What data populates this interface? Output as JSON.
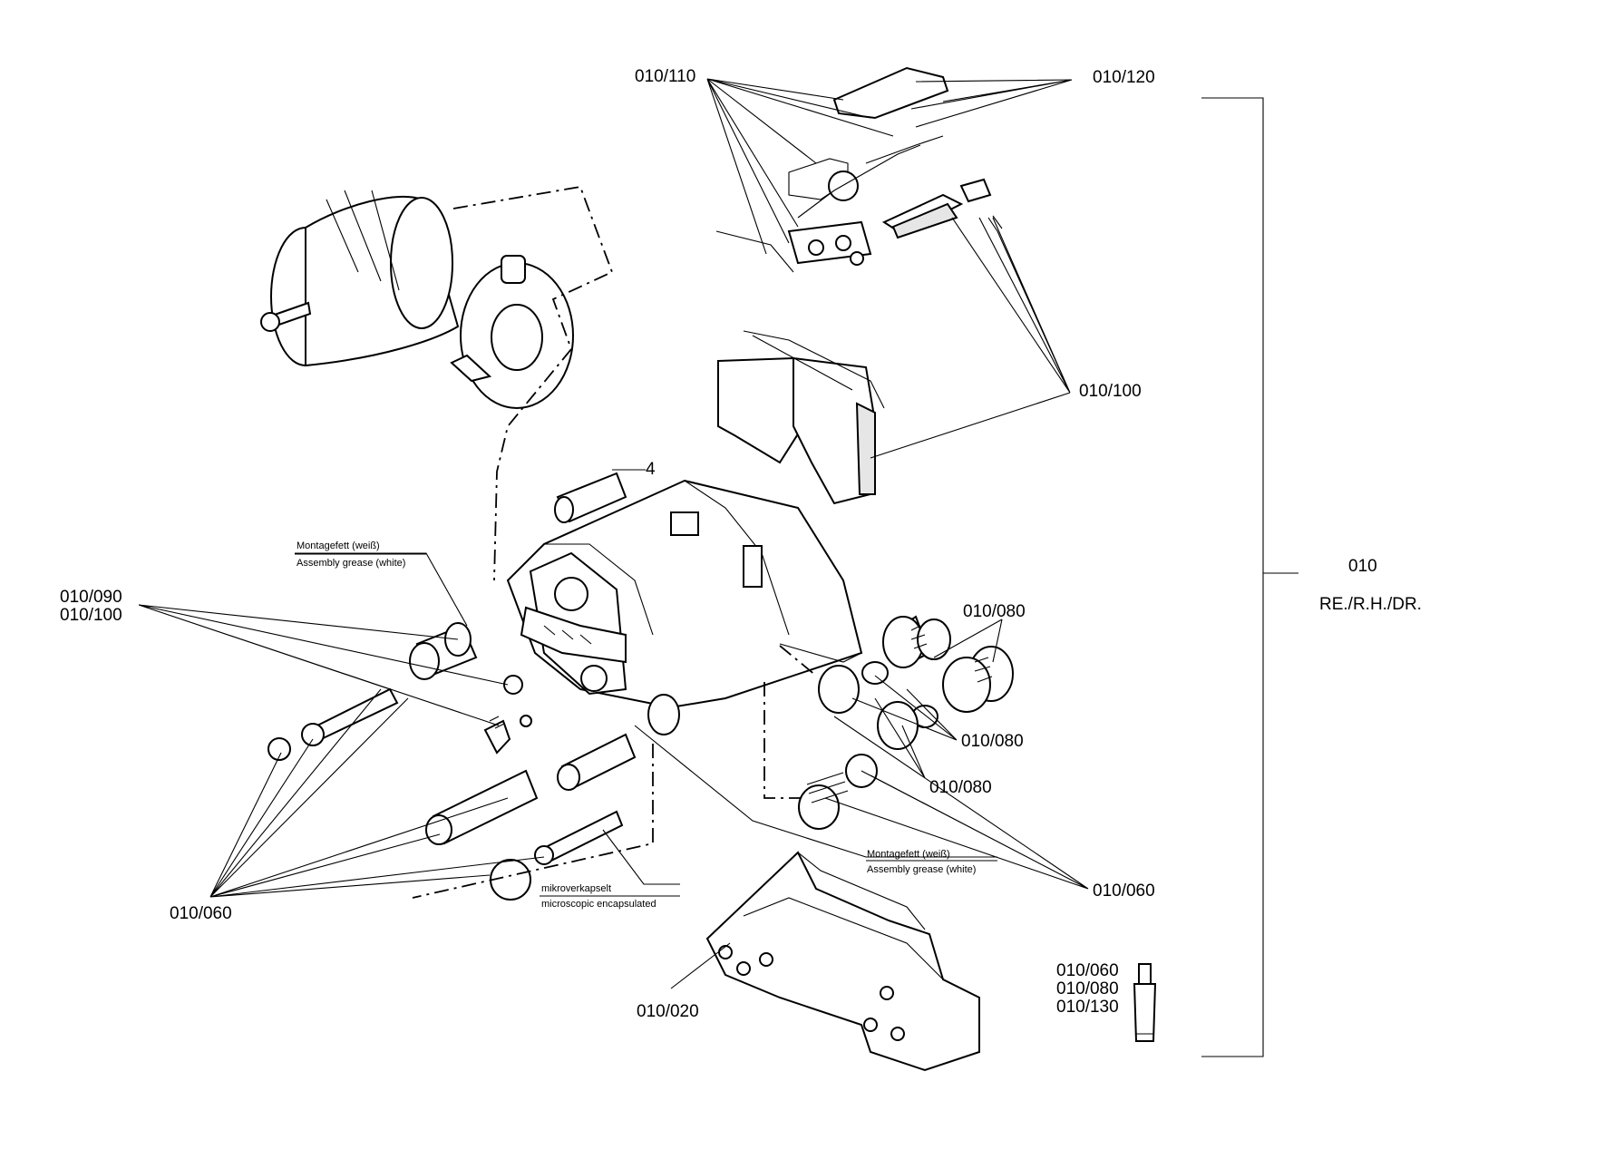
{
  "labels": {
    "l_010_110": "010/110",
    "l_010_120": "010/120",
    "l_010_100_top": "010/100",
    "l_4": "4",
    "l_010_090": "010/090",
    "l_010_100_left": "010/100",
    "l_010_080_a": "010/080",
    "l_010_080_b": "010/080",
    "l_010_080_c": "010/080",
    "l_010_060_left": "010/060",
    "l_010_060_right": "010/060",
    "l_010_020": "010/020",
    "l_010_060_tube": "010/060",
    "l_010_080_tube": "010/080",
    "l_010_130_tube": "010/130",
    "group_code": "010",
    "group_side": "RE./R.H./DR."
  },
  "notes": {
    "grease_de_1": "Montagefett (weiß)",
    "grease_en_1": "Assembly grease (white)",
    "grease_de_2": "Montagefett (weiß)",
    "grease_en_2": "Assembly grease (white)",
    "micro_de": "mikroverkapselt",
    "micro_en": "microscopic encapsulated"
  }
}
